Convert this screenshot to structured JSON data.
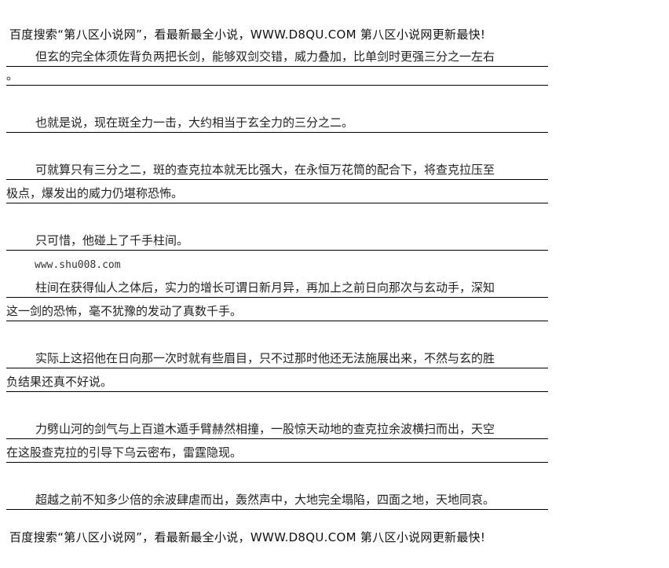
{
  "header": "百度搜索“第八区小说网”，看最新最全小说，WWW.D8QU.COM  第八区小说网更新最快!",
  "footer": "百度搜索“第八区小说网”，看最新最全小说，WWW.D8QU.COM  第八区小说网更新最快!",
  "lines": [
    "但玄的完全体须佐背负两把长剑，能够双剑交错，威力叠加，比单剑时更强三分之一左右",
    "。",
    "也就是说，现在斑全力一击，大约相当于玄全力的三分之二。",
    "可就算只有三分之二，斑的查克拉本就无比强大，在永恒万花筒的配合下，将查克拉压至",
    "极点，爆发出的威力仍堪称恐怖。",
    "只可惜，他碰上了千手柱间。",
    "柱间在获得仙人之体后，实力的增长可谓日新月异，再加上之前日向那次与玄动手，深知",
    "这一剑的恐怖，毫不犹豫的发动了真数千手。",
    "实际上这招他在日向那一次时就有些眉目，只不过那时他还无法施展出来，不然与玄的胜",
    "负结果还真不好说。",
    "力劈山河的剑气与上百道木遁手臂赫然相撞，一股惊天动地的查克拉余波横扫而出，天空",
    "在这股查克拉的引导下乌云密布，雷霆隐现。",
    "超越之前不知多少倍的余波肆虐而出，轰然声中，大地完全塌陷，四面之地，天地同哀。"
  ],
  "watermark_url": "www.shu008.com"
}
